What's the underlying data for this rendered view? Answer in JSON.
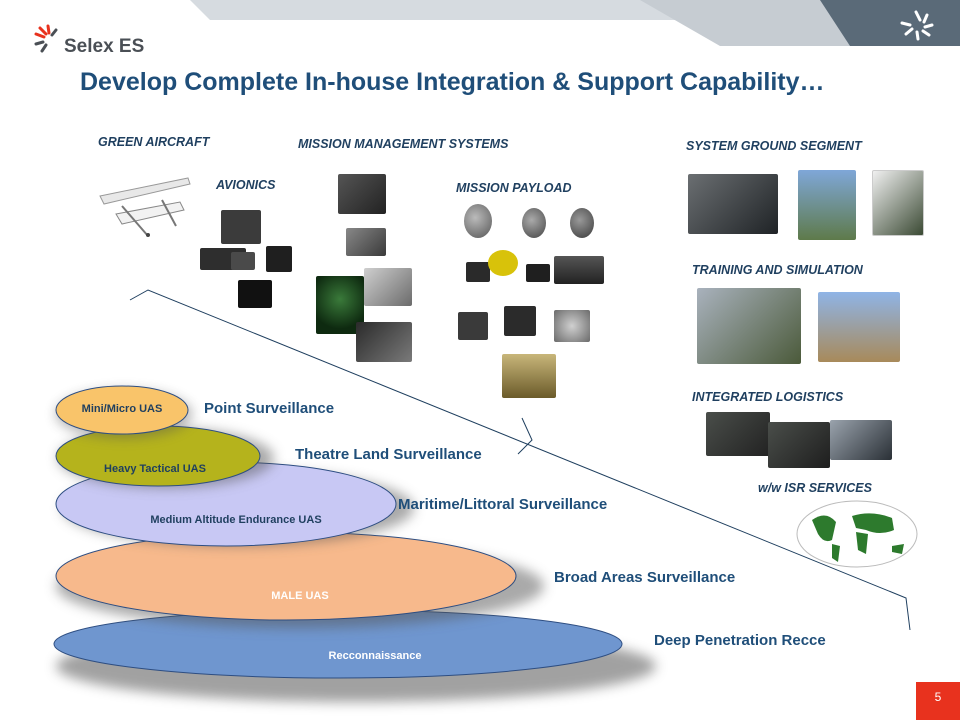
{
  "header": {
    "logo_text": "Selex ES",
    "title": "Develop Complete In-house Integration & Support Capability…"
  },
  "sections": {
    "green_aircraft": "GREEN AIRCRAFT",
    "avionics": "AVIONICS",
    "mission_management": "MISSION MANAGEMENT SYSTEMS",
    "mission_payload": "MISSION PAYLOAD",
    "system_ground_segment": "SYSTEM GROUND SEGMENT",
    "training_simulation": "TRAINING AND SIMULATION",
    "integrated_logistics": "INTEGRATED LOGISTICS",
    "isr_services": "w/w ISR SERVICES"
  },
  "uas_tiers": [
    {
      "label": "Mini/Micro UAS",
      "surveillance": "Point Surveillance",
      "color": "#f9c46a"
    },
    {
      "label": "Heavy Tactical UAS",
      "surveillance": "Theatre Land Surveillance",
      "color": "#b5b31c"
    },
    {
      "label": "Medium Altitude Endurance UAS",
      "surveillance": "Maritime/Littoral Surveillance",
      "color": "#c8c8f4"
    },
    {
      "label": "MALE UAS",
      "surveillance": "Broad Areas Surveillance",
      "color": "#f7b98c"
    },
    {
      "label": "Recconnaissance",
      "surveillance": "Deep Penetration Recce",
      "color": "#6f96cf"
    }
  ],
  "footer": {
    "page_number": "5"
  },
  "colors": {
    "title": "#1f4e79",
    "accent_red": "#e8321e",
    "band_grey": "#5a6a78"
  }
}
